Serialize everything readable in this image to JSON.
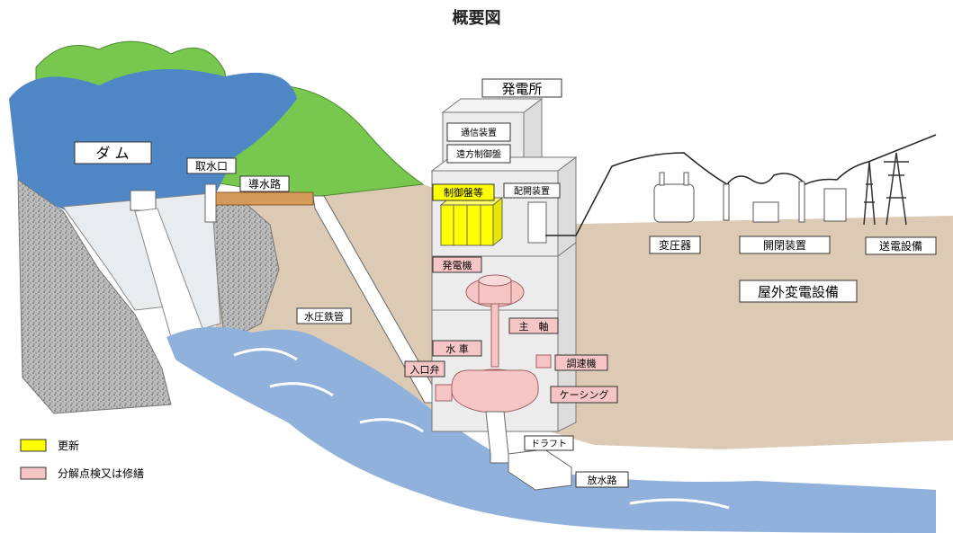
{
  "title": "概要図",
  "labels": {
    "power_station": "発電所",
    "dam": "ダ ム",
    "intake": "取水口",
    "headrace": "導水路",
    "penstock": "水圧鉄管",
    "comm_equipment": "通信装置",
    "remote_control_panel": "遠方制御盤",
    "control_panel": "制御盤等",
    "switchgear_indoor": "配開装置",
    "generator": "発電機",
    "main_shaft": "主　軸",
    "turbine": "水 車",
    "governor": "調速機",
    "inlet_valve": "入口弁",
    "casing": "ケーシング",
    "draft": "ドラフト",
    "tailrace": "放水路",
    "transformer": "変圧器",
    "switchgear": "開閉装置",
    "transmission": "送電設備",
    "outdoor_substation": "屋外変電設備"
  },
  "legend": [
    {
      "label": "更新",
      "color": "#ffff00"
    },
    {
      "label": "分解点検又は修繕",
      "color": "#f6c6c6"
    }
  ],
  "colors": {
    "renew": "#ffff00",
    "inspect": "#f6c6c6",
    "water": "#8fb1dc",
    "dark_water": "#4f86c6",
    "earth": "#dccab5",
    "mountain": "#78c850",
    "building": "#ececec"
  }
}
